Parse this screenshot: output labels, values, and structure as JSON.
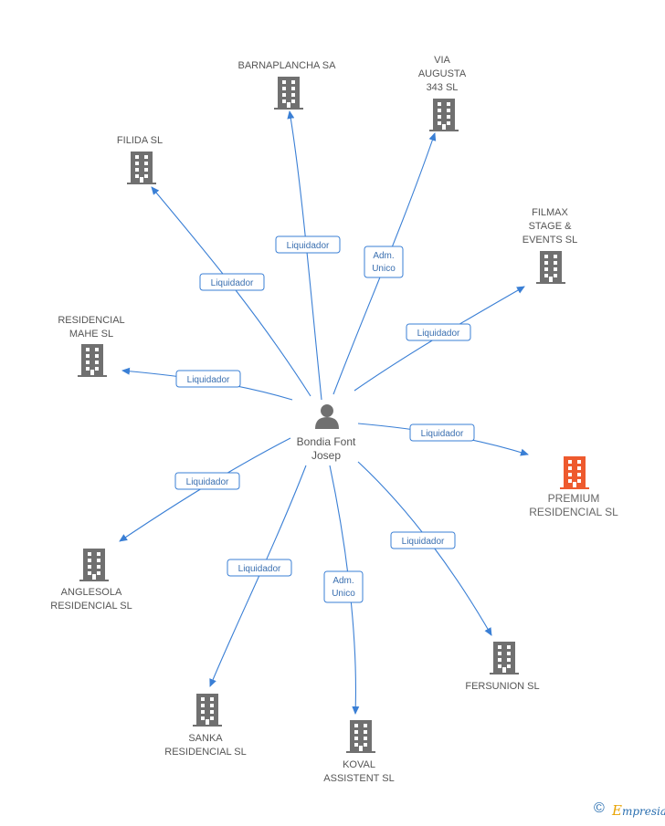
{
  "center": {
    "name_lines": [
      "Bondia Font",
      "Josep"
    ],
    "icon": "person-icon"
  },
  "nodes": [
    {
      "id": "barnaplancha",
      "lines": [
        "BARNAPLANCHA SA"
      ],
      "highlight": false
    },
    {
      "id": "via-augusta",
      "lines": [
        "VIA",
        "AUGUSTA",
        "343 SL"
      ],
      "highlight": false
    },
    {
      "id": "filida",
      "lines": [
        "FILIDA SL"
      ],
      "highlight": false
    },
    {
      "id": "filmax",
      "lines": [
        "FILMAX",
        "STAGE &",
        "EVENTS SL"
      ],
      "highlight": false
    },
    {
      "id": "residencial-mahe",
      "lines": [
        "RESIDENCIAL",
        "MAHE SL"
      ],
      "highlight": false
    },
    {
      "id": "premium-residencial",
      "lines": [
        "PREMIUM",
        "RESIDENCIAL SL"
      ],
      "highlight": true
    },
    {
      "id": "anglesola",
      "lines": [
        "ANGLESOLA",
        "RESIDENCIAL SL"
      ],
      "highlight": false
    },
    {
      "id": "fersunion",
      "lines": [
        "FERSUNION SL"
      ],
      "highlight": false
    },
    {
      "id": "sanka",
      "lines": [
        "SANKA",
        "RESIDENCIAL SL"
      ],
      "highlight": false
    },
    {
      "id": "koval",
      "lines": [
        "KOVAL",
        "ASSISTENT SL"
      ],
      "highlight": false
    }
  ],
  "edges": [
    {
      "to": "barnaplancha",
      "label_lines": [
        "Liquidador"
      ]
    },
    {
      "to": "via-augusta",
      "label_lines": [
        "Adm.",
        "Unico"
      ]
    },
    {
      "to": "filida",
      "label_lines": [
        "Liquidador"
      ]
    },
    {
      "to": "filmax",
      "label_lines": [
        "Liquidador"
      ]
    },
    {
      "to": "residencial-mahe",
      "label_lines": [
        "Liquidador"
      ]
    },
    {
      "to": "premium-residencial",
      "label_lines": [
        "Liquidador"
      ]
    },
    {
      "to": "anglesola",
      "label_lines": [
        "Liquidador"
      ]
    },
    {
      "to": "fersunion",
      "label_lines": [
        "Liquidador"
      ]
    },
    {
      "to": "sanka",
      "label_lines": [
        "Liquidador"
      ]
    },
    {
      "to": "koval",
      "label_lines": [
        "Adm.",
        "Unico"
      ]
    }
  ],
  "colors": {
    "edge": "#3a7fd5",
    "building": "#707070",
    "building_highlight": "#ee5a2e",
    "person": "#707070"
  },
  "footer": {
    "copyright": "©",
    "brand_first": "E",
    "brand_rest": "mpresia"
  }
}
